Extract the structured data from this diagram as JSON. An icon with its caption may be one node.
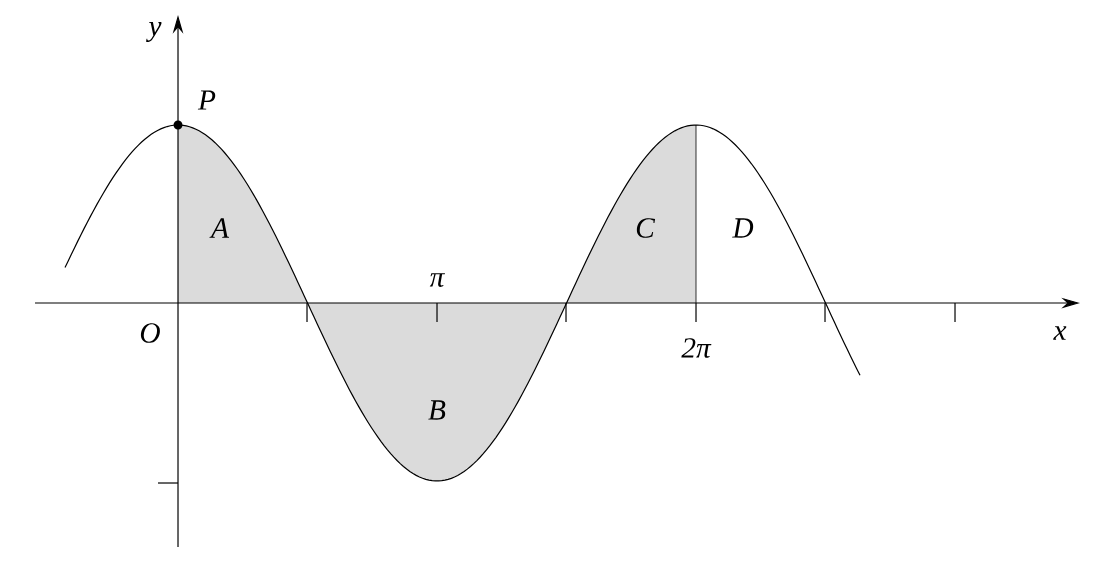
{
  "diagram": {
    "labels": [
      "y",
      "P",
      "A",
      "C",
      "D",
      "π",
      "O",
      "2π",
      "x",
      "B"
    ]
  }
}
